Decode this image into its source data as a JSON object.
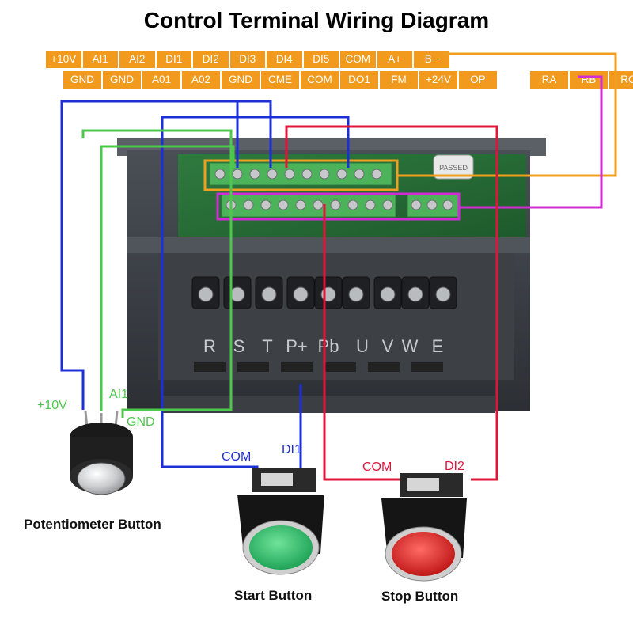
{
  "title": "Control Terminal Wiring Diagram",
  "terminals_top": [
    "+10V",
    "AI1",
    "AI2",
    "DI1",
    "DI2",
    "DI3",
    "DI4",
    "DI5",
    "COM",
    "A+",
    "B−"
  ],
  "terminals_bottom": [
    "GND",
    "GND",
    "A01",
    "A02",
    "GND",
    "CME",
    "COM",
    "DO1",
    "FM",
    "+24V",
    "OP"
  ],
  "terminals_relay": [
    "RA",
    "RB",
    "RC"
  ],
  "power_terminals": [
    "R",
    "S",
    "T",
    "P+",
    "Pb",
    "U",
    "V",
    "W",
    "E"
  ],
  "passed_sticker": "PASSED",
  "pot_labels": {
    "plus10v": "+10V",
    "ai1": "AI1",
    "gnd": "GND"
  },
  "start_labels": {
    "com": "COM",
    "di1": "DI1"
  },
  "stop_labels": {
    "com": "COM",
    "di2": "DI2"
  },
  "captions": {
    "potentiometer": "Potentiometer Button",
    "start": "Start Button",
    "stop": "Stop Button"
  },
  "colors": {
    "label_bg": "#f29a1d",
    "wire_blue": "#1d2fd6",
    "wire_green": "#4cc94c",
    "wire_red": "#e0153a",
    "wire_magenta": "#d22bd6",
    "wire_orange": "#f0a020",
    "start_button": "#2fbf6a",
    "stop_button": "#d8262b"
  }
}
